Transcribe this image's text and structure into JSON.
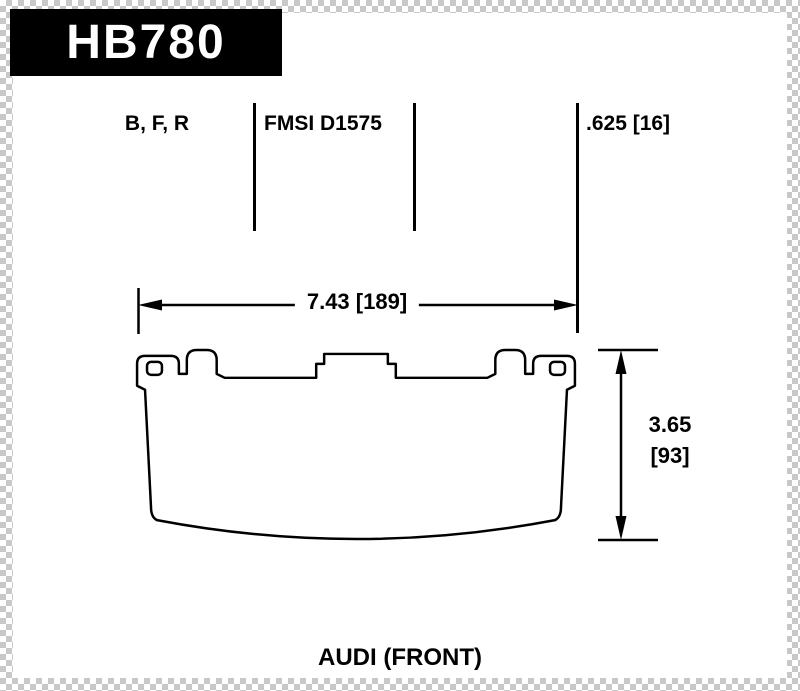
{
  "colors": {
    "ink": "#000000",
    "paper": "#ffffff",
    "checker_border": "#c8c8c8",
    "part_box_bg": "#000000",
    "part_box_text": "#ffffff"
  },
  "part": {
    "number": "HB780"
  },
  "header": {
    "codes": "B, F, R",
    "fmsi": "FMSI D1575",
    "pad_thickness": ".625 [16]"
  },
  "dimensions": {
    "width": "7.43 [189]",
    "height_in": "3.65",
    "height_mm": "[93]"
  },
  "footer": {
    "application": "AUDI (FRONT)"
  }
}
